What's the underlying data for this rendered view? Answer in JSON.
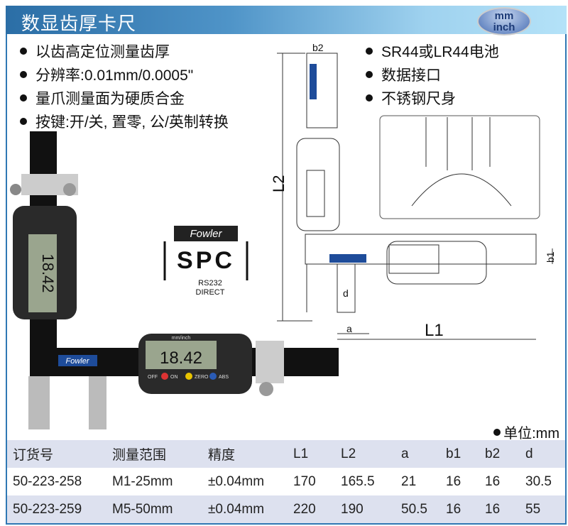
{
  "header": {
    "title": "数显齿厚卡尺",
    "unit_badge": [
      "mm",
      "inch"
    ]
  },
  "features_left": [
    "以齿高定位测量齿厚",
    "分辨率:0.01mm/0.0005\"",
    "量爪测量面为硬质合金",
    "按键:开/关, 置零, 公/英制转换"
  ],
  "features_right": [
    "SR44或LR44电池",
    "数据接口",
    "不锈钢尺身"
  ],
  "product_image": {
    "brand": "Fowler",
    "display_reading": "18.42",
    "display_unit": "mm/inch",
    "buttons": [
      "OFF",
      "ON",
      "ZERO",
      "ABS"
    ]
  },
  "spc_logo": {
    "brand": "Fowler",
    "text": "SPC",
    "sub": [
      "RS232",
      "DIRECT"
    ]
  },
  "drawing_labels": {
    "b2": "b2",
    "L2": "L2",
    "b1": "b1",
    "L1": "L1",
    "a": "a",
    "d": "d"
  },
  "unit_note": "单位:mm",
  "table": {
    "headers": [
      "订货号",
      "测量范围",
      "精度",
      "L1",
      "L2",
      "a",
      "b1",
      "b2",
      "d"
    ],
    "rows": [
      [
        "50-223-258",
        "M1-25mm",
        "±0.04mm",
        "170",
        "165.5",
        "21",
        "16",
        "16",
        "30.5"
      ],
      [
        "50-223-259",
        "M5-50mm",
        "±0.04mm",
        "220",
        "190",
        "50.5",
        "16",
        "16",
        "55"
      ]
    ]
  }
}
